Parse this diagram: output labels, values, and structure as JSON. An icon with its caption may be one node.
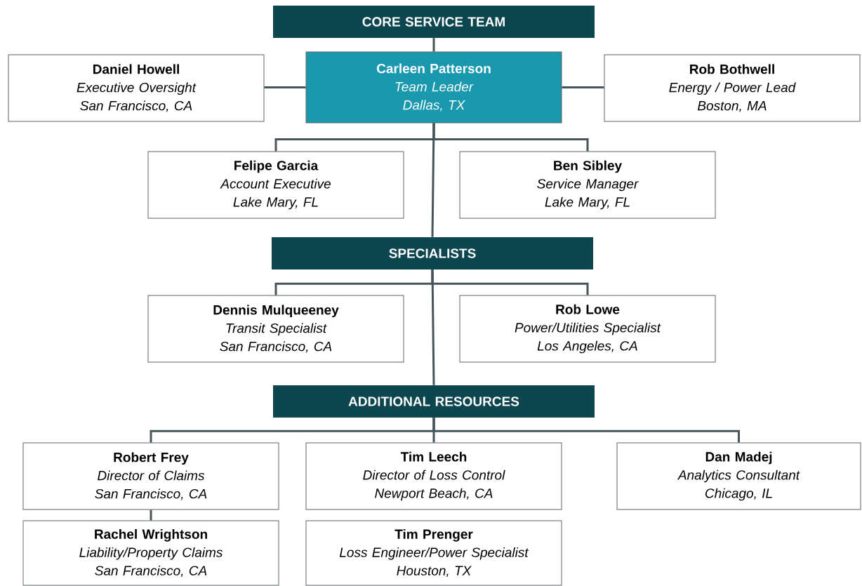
{
  "diagram": {
    "nodes": [
      {
        "text": [
          "CORE SERVICE TEAM"
        ]
      },
      {
        "text": [
          "Daniel Howell",
          "Executive Oversight",
          "San Francisco, CA"
        ]
      },
      {
        "text": [
          "Carleen Patterson",
          "Team Leader",
          "Dallas, TX"
        ]
      },
      {
        "text": [
          "Rob Bothwell",
          "Energy / Power Lead",
          "Boston, MA"
        ]
      },
      {
        "text": [
          "Felipe Garcia",
          "Account Executive",
          "Lake Mary, FL"
        ]
      },
      {
        "text": [
          "Ben Sibley",
          "Service Manager",
          "Lake Mary, FL"
        ]
      },
      {
        "text": [
          "SPECIALISTS"
        ]
      },
      {
        "text": [
          "Dennis Mulqueeney",
          "Transit Specialist",
          "San Francisco, CA"
        ]
      },
      {
        "text": [
          "Rob Lowe",
          "Power/Utilities Specialist",
          "Los Angeles, CA"
        ]
      },
      {
        "text": [
          "ADDITIONAL RESOURCES"
        ]
      },
      {
        "text": [
          "Robert Frey",
          "Director of Claims",
          "San Francisco, CA"
        ]
      },
      {
        "text": [
          "Tim Leech",
          "Director of Loss Control",
          "Newport Beach, CA"
        ]
      },
      {
        "text": [
          "Dan Madej",
          "Analytics Consultant",
          "Chicago, IL"
        ]
      },
      {
        "text": [
          "Rachel Wrightson",
          "Liability/Property Claims",
          "San Francisco, CA"
        ]
      },
      {
        "text": [
          "Tim Prenger",
          "Loss Engineer/Power Specialist",
          "Houston, TX"
        ]
      }
    ],
    "edges": [
      {
        "from": 0,
        "to": 2,
        "arrow": "none"
      },
      {
        "from": 2,
        "to": 1,
        "arrow": "none"
      },
      {
        "from": 2,
        "to": 3,
        "arrow": "none"
      },
      {
        "from": 2,
        "to": 4,
        "arrow": "none"
      },
      {
        "from": 2,
        "to": 5,
        "arrow": "none"
      },
      {
        "from": 2,
        "to": 6,
        "arrow": "none"
      },
      {
        "from": 6,
        "to": 7,
        "arrow": "none"
      },
      {
        "from": 6,
        "to": 8,
        "arrow": "none"
      },
      {
        "from": 6,
        "to": 9,
        "arrow": "none"
      },
      {
        "from": 9,
        "to": 10,
        "arrow": "none"
      },
      {
        "from": 9,
        "to": 11,
        "arrow": "none"
      },
      {
        "from": 9,
        "to": 12,
        "arrow": "none"
      },
      {
        "from": 10,
        "to": 13,
        "arrow": "none"
      }
    ]
  }
}
